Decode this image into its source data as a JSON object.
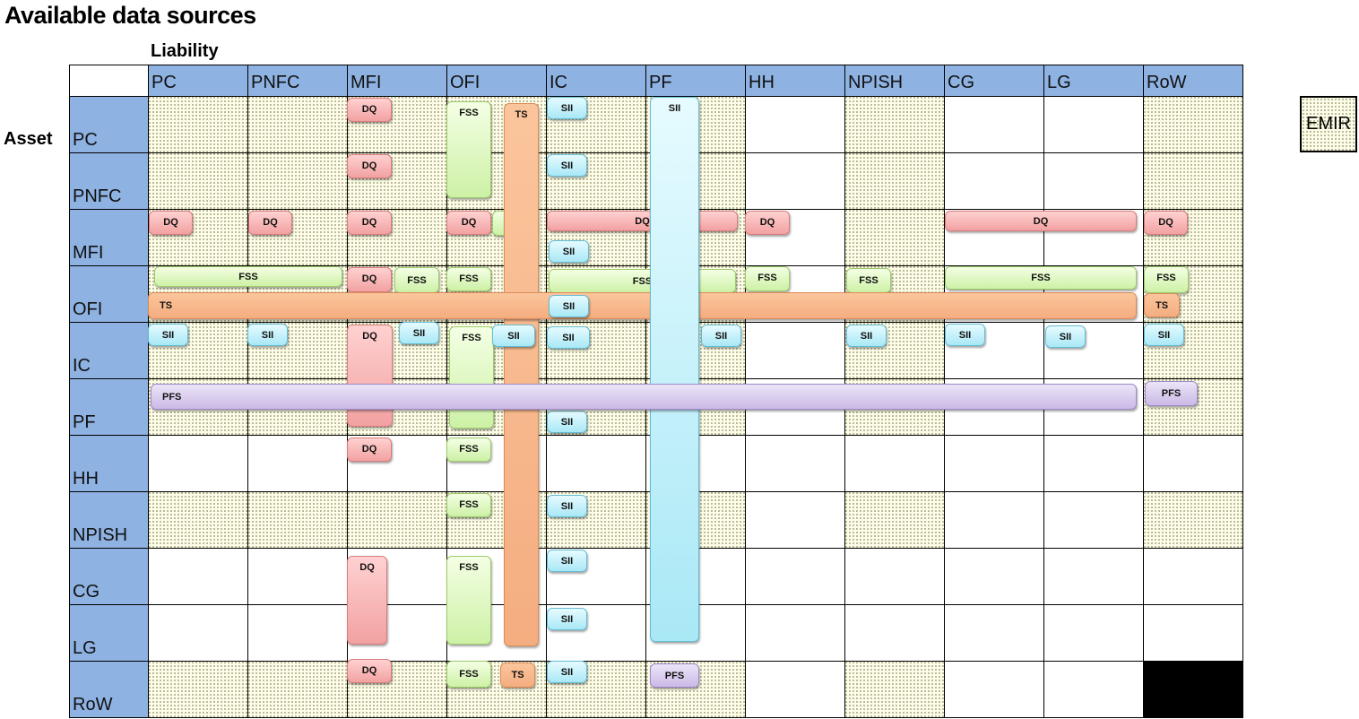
{
  "title": "Available data sources",
  "liability_label": "Liability",
  "asset_label": "Asset",
  "emir_label": "EMIR",
  "columns": [
    "PC",
    "PNFC",
    "MFI",
    "OFI",
    "IC",
    "PF",
    "HH",
    "NPISH",
    "CG",
    "LG",
    "RoW"
  ],
  "rows": [
    "PC",
    "PNFC",
    "MFI",
    "OFI",
    "IC",
    "PF",
    "HH",
    "NPISH",
    "CG",
    "LG",
    "RoW"
  ],
  "colors": {
    "DQ": "#f2a1a1",
    "FSS": "#cdf1a6",
    "TS": "#f4ad80",
    "SII": "#a9e8f6",
    "PFS": "#cbb9e6",
    "header": "#8eb2e2",
    "emir_fill": "#fdfde9"
  },
  "emir_cells": [
    [
      1,
      1,
      1,
      1,
      1,
      1,
      0,
      1,
      0,
      0,
      1
    ],
    [
      1,
      1,
      1,
      1,
      1,
      1,
      0,
      1,
      0,
      0,
      1
    ],
    [
      1,
      1,
      1,
      1,
      1,
      1,
      0,
      1,
      0,
      0,
      1
    ],
    [
      1,
      1,
      1,
      1,
      1,
      1,
      0,
      1,
      0,
      0,
      1
    ],
    [
      1,
      1,
      1,
      1,
      1,
      1,
      0,
      1,
      0,
      0,
      1
    ],
    [
      1,
      1,
      1,
      1,
      1,
      1,
      0,
      1,
      0,
      0,
      1
    ],
    [
      0,
      0,
      0,
      0,
      0,
      0,
      0,
      0,
      0,
      0,
      0
    ],
    [
      1,
      1,
      1,
      1,
      1,
      1,
      0,
      1,
      0,
      0,
      1
    ],
    [
      0,
      0,
      0,
      0,
      0,
      0,
      0,
      0,
      0,
      0,
      0
    ],
    [
      0,
      0,
      0,
      0,
      0,
      0,
      0,
      0,
      0,
      0,
      0
    ],
    [
      1,
      1,
      1,
      1,
      1,
      1,
      0,
      1,
      0,
      0,
      0
    ]
  ],
  "sources": [
    {
      "label": "DQ",
      "type": "DQ"
    },
    {
      "label": "DQ",
      "type": "DQ"
    },
    {
      "label": "DQ",
      "type": "DQ"
    },
    {
      "label": "DQ",
      "type": "DQ"
    },
    {
      "label": "DQ",
      "type": "DQ"
    },
    {
      "label": "DQ",
      "type": "DQ"
    },
    {
      "label": "DQ",
      "type": "DQ"
    },
    {
      "label": "DQ",
      "type": "DQ"
    },
    {
      "label": "DQ",
      "type": "DQ"
    },
    {
      "label": "DQ",
      "type": "DQ"
    },
    {
      "label": "DQ",
      "type": "DQ"
    },
    {
      "label": "DQ",
      "type": "DQ"
    },
    {
      "label": "DQ",
      "type": "DQ"
    },
    {
      "label": "DQ",
      "type": "DQ"
    },
    {
      "label": "DQ",
      "type": "DQ"
    },
    {
      "label": "FSS",
      "type": "FSS"
    },
    {
      "label": "FSS",
      "type": "FSS"
    },
    {
      "label": "FSS",
      "type": "FSS"
    },
    {
      "label": "FSS",
      "type": "FSS"
    },
    {
      "label": "FSS",
      "type": "FSS"
    },
    {
      "label": "FSS",
      "type": "FSS"
    },
    {
      "label": "FSS",
      "type": "FSS"
    },
    {
      "label": "FSS",
      "type": "FSS"
    },
    {
      "label": "FSS",
      "type": "FSS"
    },
    {
      "label": "FSS",
      "type": "FSS"
    },
    {
      "label": "FSS",
      "type": "FSS"
    },
    {
      "label": "FSS",
      "type": "FSS"
    },
    {
      "label": "FSS",
      "type": "FSS"
    },
    {
      "label": "FSS",
      "type": "FSS"
    },
    {
      "label": "FSS",
      "type": "FSS"
    },
    {
      "label": "TS",
      "type": "TS"
    },
    {
      "label": "TS",
      "type": "TS"
    },
    {
      "label": "TS",
      "type": "TS"
    },
    {
      "label": "TS",
      "type": "TS"
    },
    {
      "label": "SII",
      "type": "SII"
    },
    {
      "label": "SII",
      "type": "SII"
    },
    {
      "label": "SII",
      "type": "SII"
    },
    {
      "label": "SII",
      "type": "SII"
    },
    {
      "label": "SII",
      "type": "SII"
    },
    {
      "label": "SII",
      "type": "SII"
    },
    {
      "label": "SII",
      "type": "SII"
    },
    {
      "label": "SII",
      "type": "SII"
    },
    {
      "label": "SII",
      "type": "SII"
    },
    {
      "label": "SII",
      "type": "SII"
    },
    {
      "label": "SII",
      "type": "SII"
    },
    {
      "label": "SII",
      "type": "SII"
    },
    {
      "label": "SII",
      "type": "SII"
    },
    {
      "label": "SII",
      "type": "SII"
    },
    {
      "label": "SII",
      "type": "SII"
    },
    {
      "label": "SII",
      "type": "SII"
    },
    {
      "label": "SII",
      "type": "SII"
    },
    {
      "label": "SII",
      "type": "SII"
    },
    {
      "label": "SII",
      "type": "SII"
    },
    {
      "label": "SII",
      "type": "SII"
    },
    {
      "label": "PFS",
      "type": "PFS"
    },
    {
      "label": "PFS",
      "type": "PFS"
    },
    {
      "label": "PFS",
      "type": "PFS"
    },
    {
      "label": "PFS",
      "type": "PFS"
    }
  ]
}
